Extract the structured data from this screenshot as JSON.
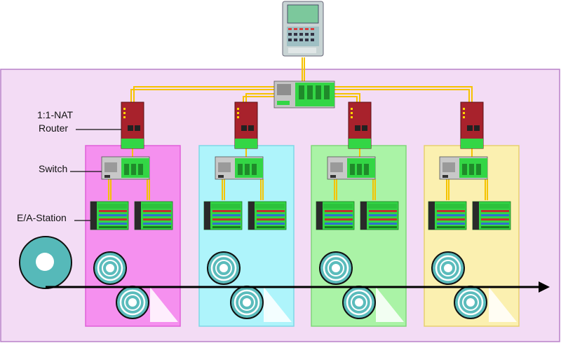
{
  "labels": {
    "router_line1": "1:1-NAT",
    "router_line2": "Router",
    "switch": "Switch",
    "io_station": "E/A-Station"
  },
  "colors": {
    "outer_panel": "#f3dcf5",
    "outer_border": "#b880c8",
    "zone_pink": "#f590ef",
    "zone_cyan": "#aef4fb",
    "zone_green": "#aaf3a6",
    "zone_yellow": "#fbf0b0",
    "cable": "#f5c300",
    "device_green": "#33dd44",
    "device_red": "#a0202a",
    "roller": "#56b9b9"
  },
  "zones": [
    {
      "name": "zone-1",
      "color": "#f590ef",
      "border": "#e060d8"
    },
    {
      "name": "zone-2",
      "color": "#aef4fb",
      "border": "#7fd8e6"
    },
    {
      "name": "zone-3",
      "color": "#aaf3a6",
      "border": "#7fd67a"
    },
    {
      "name": "zone-4",
      "color": "#fbf0b0",
      "border": "#e8d070"
    }
  ],
  "icons": [
    "hmi-panel-icon",
    "backbone-switch-icon",
    "nat-router-icon",
    "ethernet-switch-icon",
    "io-station-icon",
    "roller-icon",
    "supply-reel-icon",
    "material-arrow-icon"
  ]
}
